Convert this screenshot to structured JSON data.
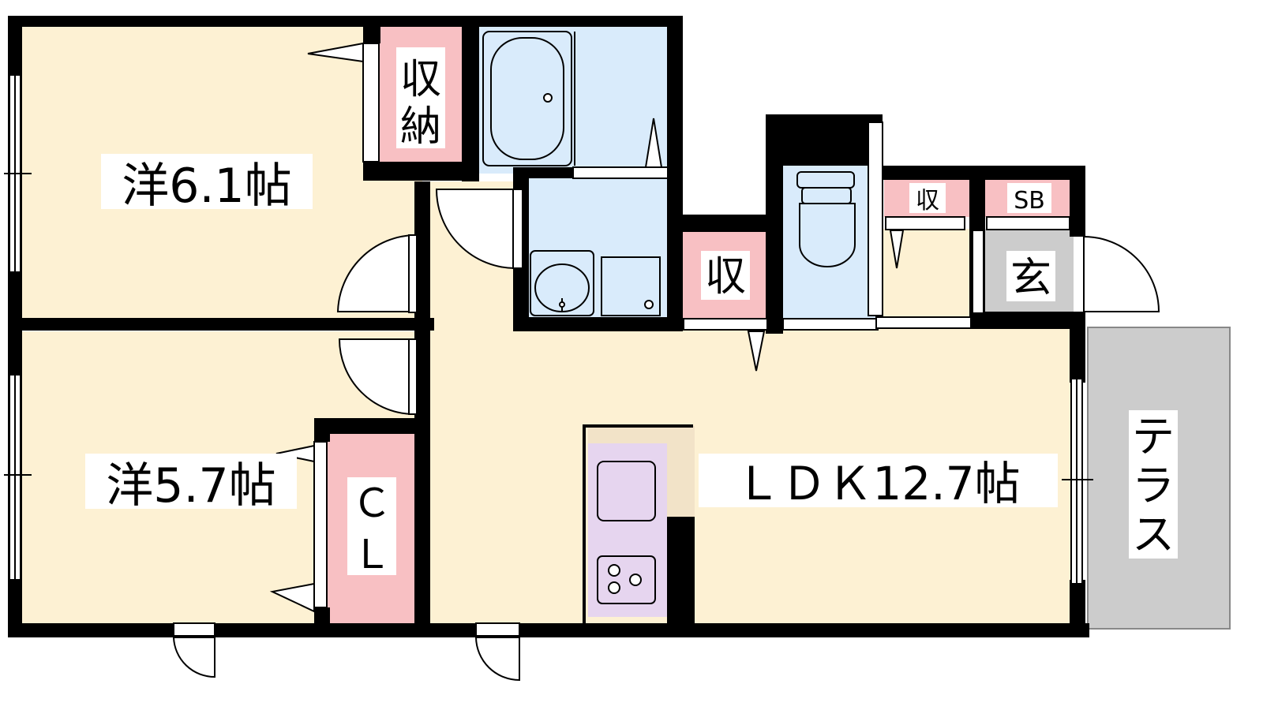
{
  "rooms": {
    "western_room_1": "洋6.1帖",
    "western_room_2": "洋5.7帖",
    "ldk": "ＬＤＫ12.7帖",
    "storage_1_line1": "収",
    "storage_1_line2": "納",
    "storage_2": "収",
    "storage_3": "収",
    "shoe_box": "SB",
    "entrance": "玄",
    "closet_line1": "Ｃ",
    "closet_line2": "Ｌ",
    "terrace_line1": "テ",
    "terrace_line2": "ラ",
    "terrace_line3": "ス"
  },
  "colors": {
    "room_floor": "#fdf1d3",
    "wet_area": "#d9ebfb",
    "storage": "#f8c0c3",
    "kitchen": "#e6d5ef",
    "terrace": "#cccccc",
    "entrance_floor": "#cccccc",
    "wall": "#000000"
  },
  "icons": [
    "bathtub-icon",
    "washbasin-icon",
    "toilet-icon",
    "stove-icon",
    "sink-icon"
  ]
}
